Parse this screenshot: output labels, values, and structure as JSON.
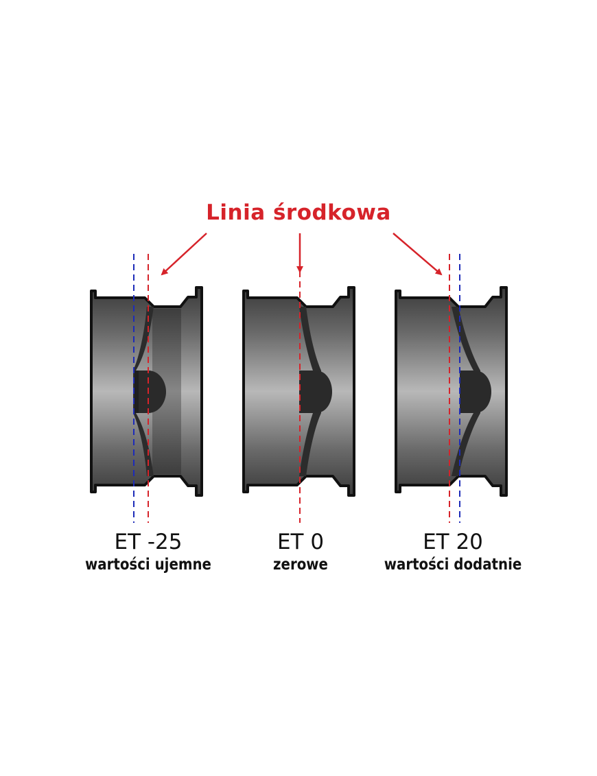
{
  "title": "Linia środkowa",
  "colors": {
    "centerline": "#d6232a",
    "mounting_line": "#1d2bb8",
    "rim_outline": "#111111",
    "hub": "#2a2a2a"
  },
  "wheels": [
    {
      "code": "ET -25",
      "description": "wartości ujemne"
    },
    {
      "code": "ET 0",
      "description": "zerowe"
    },
    {
      "code": "ET 20",
      "description": "wartości dodatnie"
    }
  ]
}
